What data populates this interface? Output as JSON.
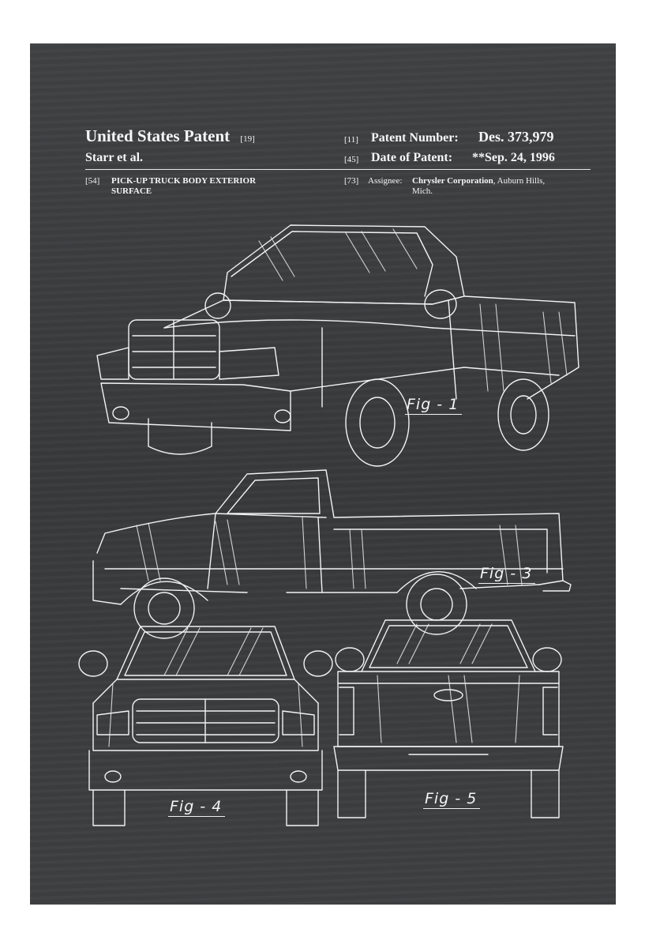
{
  "patent": {
    "title": "United States Patent",
    "title_ref": "[19]",
    "inventors": "Starr et al.",
    "number_ref": "[11]",
    "number_label": "Patent Number:",
    "number_value": "Des. 373,979",
    "date_ref": "[45]",
    "date_label": "Date of Patent:",
    "date_value": "**Sep. 24, 1996",
    "subject_ref": "[54]",
    "subject_line1": "PICK-UP TRUCK BODY EXTERIOR",
    "subject_line2": "SURFACE",
    "assignee_ref": "[73]",
    "assignee_label": "Assignee:",
    "assignee_company": "Chrysler Corporation",
    "assignee_location1": ", Auburn Hills,",
    "assignee_location2": "Mich."
  },
  "figures": {
    "fig1": "Fig - 1",
    "fig3": "Fig - 3",
    "fig4": "Fig - 4",
    "fig5": "Fig - 5"
  },
  "colors": {
    "board": "#3b3d3f",
    "ink": "#f4f4f4",
    "frame": "#ffffff"
  }
}
